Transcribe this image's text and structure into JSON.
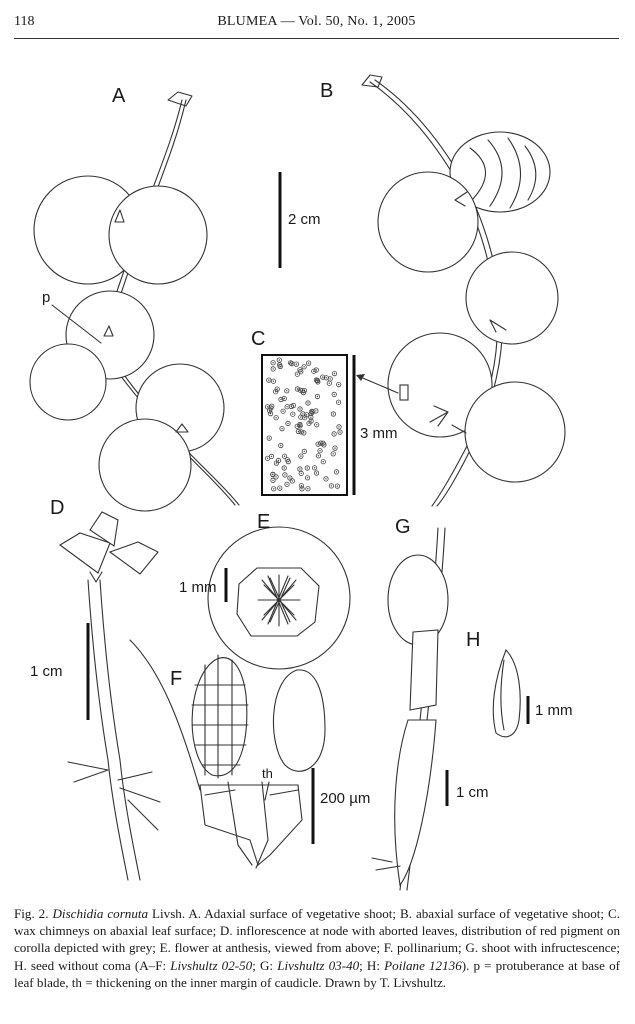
{
  "header": {
    "page_number": "118",
    "journal": "BLUMEA — Vol. 50, No. 1, 2005"
  },
  "plate": {
    "panels": {
      "A": {
        "label": "A",
        "protuberance_label": "p"
      },
      "B": {
        "label": "B"
      },
      "C": {
        "label": "C",
        "scale": "3 mm"
      },
      "D": {
        "label": "D",
        "scale": "1 cm"
      },
      "E": {
        "label": "E",
        "scale": "1 mm"
      },
      "F": {
        "label": "F",
        "thickening_label": "th",
        "scale": "200 µm"
      },
      "G": {
        "label": "G",
        "scale": "1 cm"
      },
      "H": {
        "label": "H",
        "scale": "1 mm"
      }
    },
    "scale_AB": "2 cm"
  },
  "caption": {
    "lead": "Fig. 2.",
    "species": "Dischidia cornuta",
    "t1": "Livsh. A. Adaxial surface of vegetative shoot; B. abaxial surface of vegetative shoot; C. wax chimneys on abaxial leaf surface; D. inflorescence at node with aborted leaves, distribution of red pigment on corolla depicted with grey; E. flower at anthesis, viewed from above; F. pollinarium; G. shoot with infructescence; H. seed without coma (A–F:",
    "coll1": "Livshultz 02-50",
    "t2": "; G:",
    "coll2": "Livshultz 03-40",
    "t3": "; H:",
    "coll3": "Poilane 12136",
    "t4": "). p = protuberance at base of leaf blade, th = thickening on the inner margin of caudicle. Drawn by T. Livshultz."
  }
}
